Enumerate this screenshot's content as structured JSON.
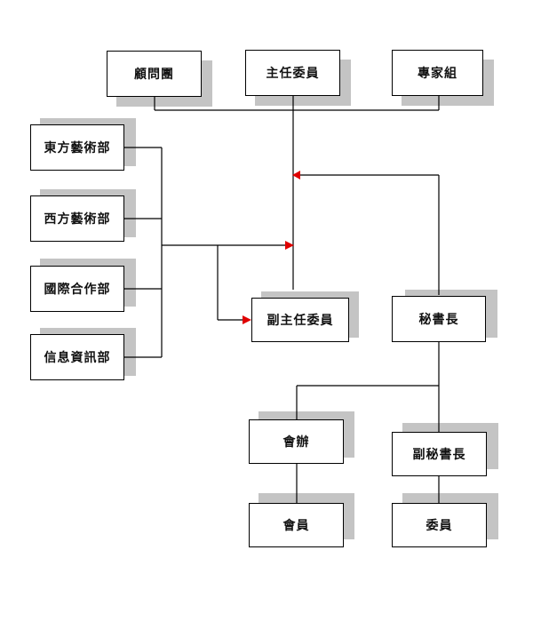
{
  "org_chart": {
    "nodes": {
      "advisory_group": "顧問團",
      "chairman": "主任委員",
      "expert_group": "專家組",
      "eastern_arts_dept": "東方藝術部",
      "western_arts_dept": "西方藝術部",
      "intl_cooperation_dept": "國際合作部",
      "info_dept": "信息資訊部",
      "vice_chairman": "副主任委員",
      "secretary_general": "秘書長",
      "member_office": "會辦",
      "deputy_secretary_general": "副秘書長",
      "members": "會員",
      "committee_members": "委員"
    },
    "colors": {
      "line": "#000000",
      "arrow": "#e00000",
      "box_border": "#000000",
      "box_shadow": "#c4c4c4"
    }
  }
}
